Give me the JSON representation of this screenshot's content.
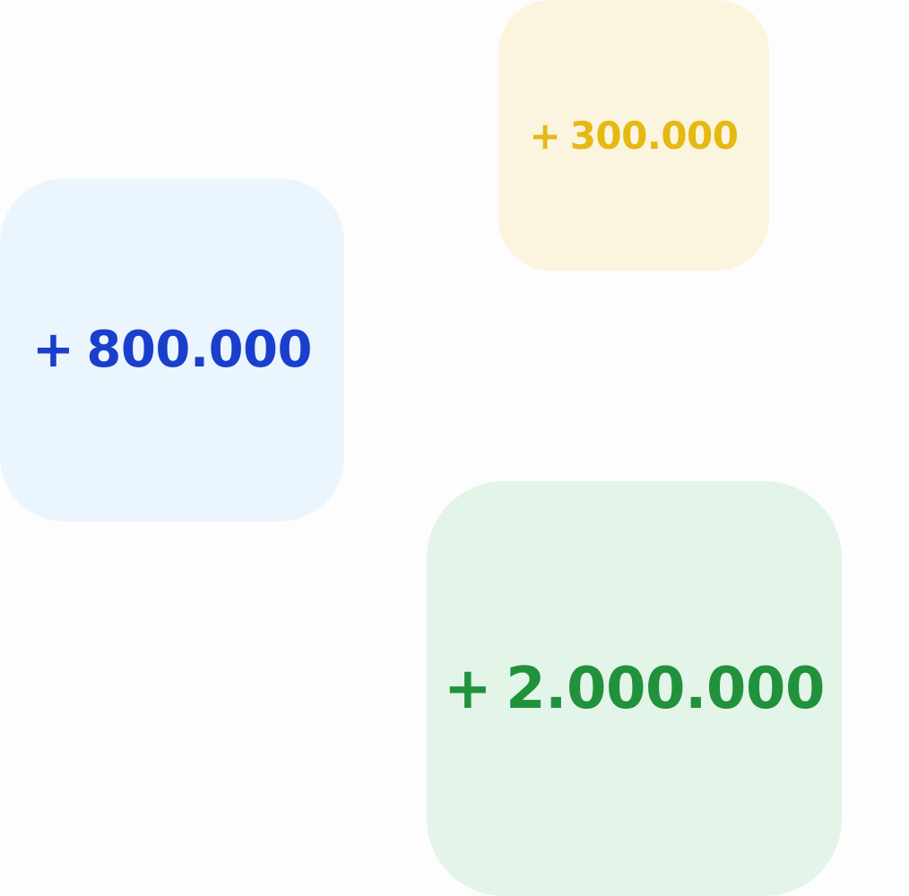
{
  "stats": [
    {
      "id": "card-yellow",
      "prefix": "+",
      "value": "300.000",
      "background": "#fbf5df",
      "color": "#e6b812"
    },
    {
      "id": "card-blue",
      "prefix": "+",
      "value": "800.000",
      "background": "#ebf5fd",
      "color": "#1a3fcc"
    },
    {
      "id": "card-green",
      "prefix": "+",
      "value": "2.000.000",
      "background": "#e3f4e9",
      "color": "#21913c"
    }
  ]
}
